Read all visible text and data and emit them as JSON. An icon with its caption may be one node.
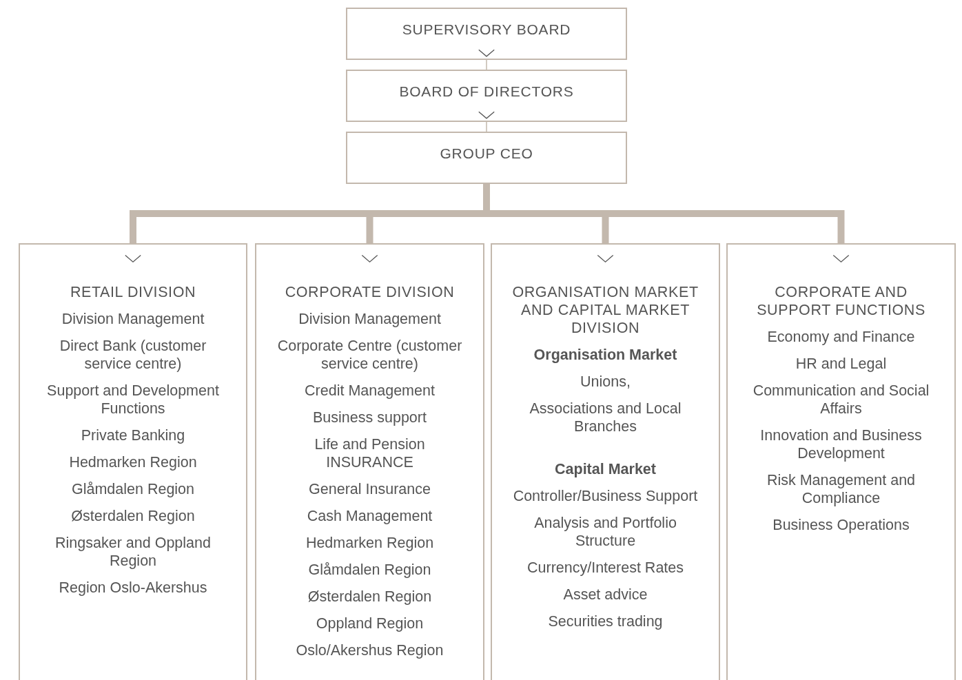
{
  "diagram": {
    "nodes": [
      {
        "text": [
          "SUPERVISORY BOARD"
        ]
      },
      {
        "text": [
          "BOARD OF DIRECTORS"
        ]
      },
      {
        "text": [
          "GROUP CEO"
        ]
      },
      {
        "text": [
          "RETAIL DIVISION",
          "Division Management",
          "Direct Bank (customer service centre)",
          "Support and Development Functions",
          "Private Banking",
          "Hedmarken Region",
          "Glåmdalen Region",
          "Østerdalen Region",
          "Ringsaker and Oppland Region",
          "Region Oslo-Akershus"
        ]
      },
      {
        "text": [
          "CORPORATE DIVISION",
          "Division Management",
          "Corporate Centre (customer service centre)",
          "Credit Management",
          "Business support",
          "Life and Pension INSURANCE",
          "General Insurance",
          "Cash Management",
          "Hedmarken Region",
          "Glåmdalen Region",
          "Østerdalen Region",
          "Oppland Region",
          "Oslo/Akershus Region"
        ]
      },
      {
        "text": [
          "ORGANISATION MARKET AND CAPITAL MARKET DIVISION",
          "Organisation Market",
          "Unions,",
          "Associations and Local Branches",
          "Capital Market",
          "Controller/Business Support",
          "Analysis and Portfolio Structure",
          "Currency/Interest Rates",
          "Asset advice",
          "Securities trading"
        ]
      },
      {
        "text": [
          "CORPORATE AND SUPPORT FUNCTIONS",
          "Economy and Finance",
          "HR and Legal",
          "Communication and Social Affairs",
          "Innovation and Business Development",
          "Risk Management and Compliance",
          "Business Operations"
        ]
      }
    ],
    "edges": [
      {
        "from": 0,
        "to": 1,
        "arrow": "to"
      },
      {
        "from": 1,
        "to": 2,
        "arrow": "to"
      },
      {
        "from": 2,
        "to": 3,
        "arrow": "to"
      },
      {
        "from": 2,
        "to": 4,
        "arrow": "to"
      },
      {
        "from": 2,
        "to": 5,
        "arrow": "to"
      },
      {
        "from": 2,
        "to": 6,
        "arrow": "to"
      }
    ]
  }
}
